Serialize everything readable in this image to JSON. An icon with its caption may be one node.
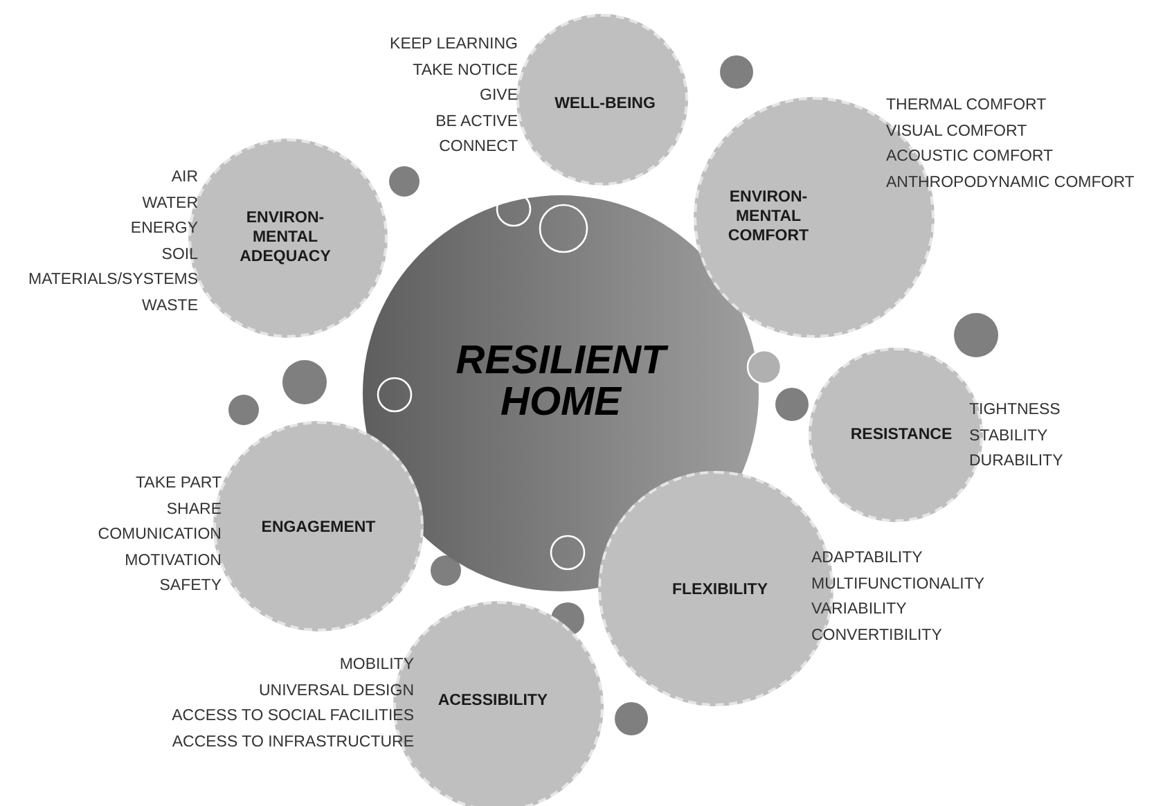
{
  "diagram": {
    "nodes": [
      {
        "text": [
          "RESILIENT HOME"
        ]
      },
      {
        "text": [
          "WELL-BEING"
        ],
        "beside": [
          "KEEP LEARNING",
          "TAKE NOTICE",
          "GIVE",
          "BE ACTIVE",
          "CONNECT"
        ]
      },
      {
        "text": [
          "ENVIRON-MENTAL COMFORT"
        ],
        "beside": [
          "THERMAL COMFORT",
          "VISUAL COMFORT",
          "ACOUSTIC COMFORT",
          "ANTHROPODYNAMIC COMFORT"
        ]
      },
      {
        "text": [
          "ENVIRON-MENTAL ADEQUACY"
        ],
        "beside": [
          "AIR",
          "WATER",
          "ENERGY",
          "SOIL",
          "MATERIALS/SYSTEMS",
          "WASTE"
        ]
      },
      {
        "text": [
          "RESISTANCE"
        ],
        "beside": [
          "TIGHTNESS",
          "STABILITY",
          "DURABILITY"
        ]
      },
      {
        "text": [
          "ENGAGEMENT"
        ],
        "beside": [
          "TAKE PART",
          "SHARE",
          "COMUNICATION",
          "MOTIVATION",
          "SAFETY"
        ]
      },
      {
        "text": [
          "FLEXIBILITY"
        ],
        "beside": [
          "ADAPTABILITY",
          "MULTIFUNCTIONALITY",
          "VARIABILITY",
          "CONVERTIBILITY"
        ]
      },
      {
        "text": [
          "ACESSIBILITY"
        ],
        "beside": [
          "MOBILITY",
          "UNIVERSAL DESIGN",
          "ACCESS TO SOCIAL FACILITIES",
          "ACCESS TO INFRASTRUCTURE"
        ]
      }
    ]
  }
}
